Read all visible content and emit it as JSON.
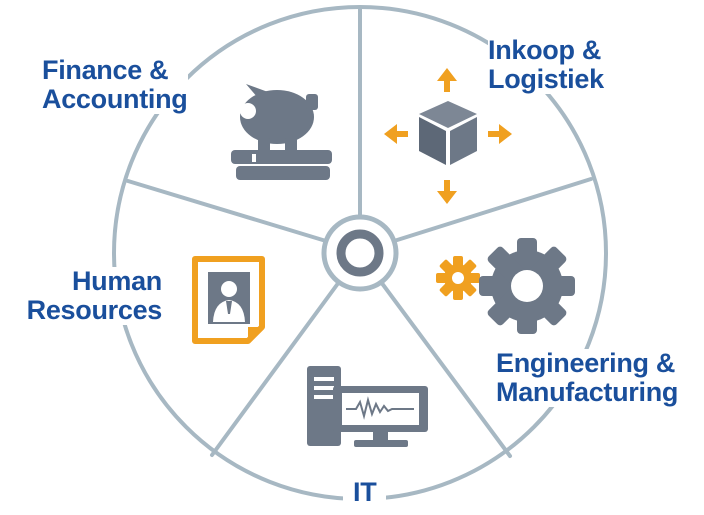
{
  "diagram": {
    "segments": [
      {
        "key": "finance",
        "lines": [
          "Finance &",
          "Accounting"
        ],
        "icon": "piggy-bank-icon"
      },
      {
        "key": "inkoop",
        "lines": [
          "Inkoop &",
          "Logistiek"
        ],
        "icon": "box-arrows-icon"
      },
      {
        "key": "engineering",
        "lines": [
          "Engineering &",
          "Manufacturing"
        ],
        "icon": "gears-icon"
      },
      {
        "key": "it",
        "lines": [
          "IT"
        ],
        "icon": "computer-monitor-icon"
      },
      {
        "key": "hr",
        "lines": [
          "Human",
          "Resources"
        ],
        "icon": "person-card-icon"
      }
    ],
    "center_icon": "center-ring-icon"
  },
  "colors": {
    "label": "#1a4f9c",
    "ring": "#a7b8c3",
    "icon_gray": "#6d7887",
    "accent": "#f0a020"
  }
}
